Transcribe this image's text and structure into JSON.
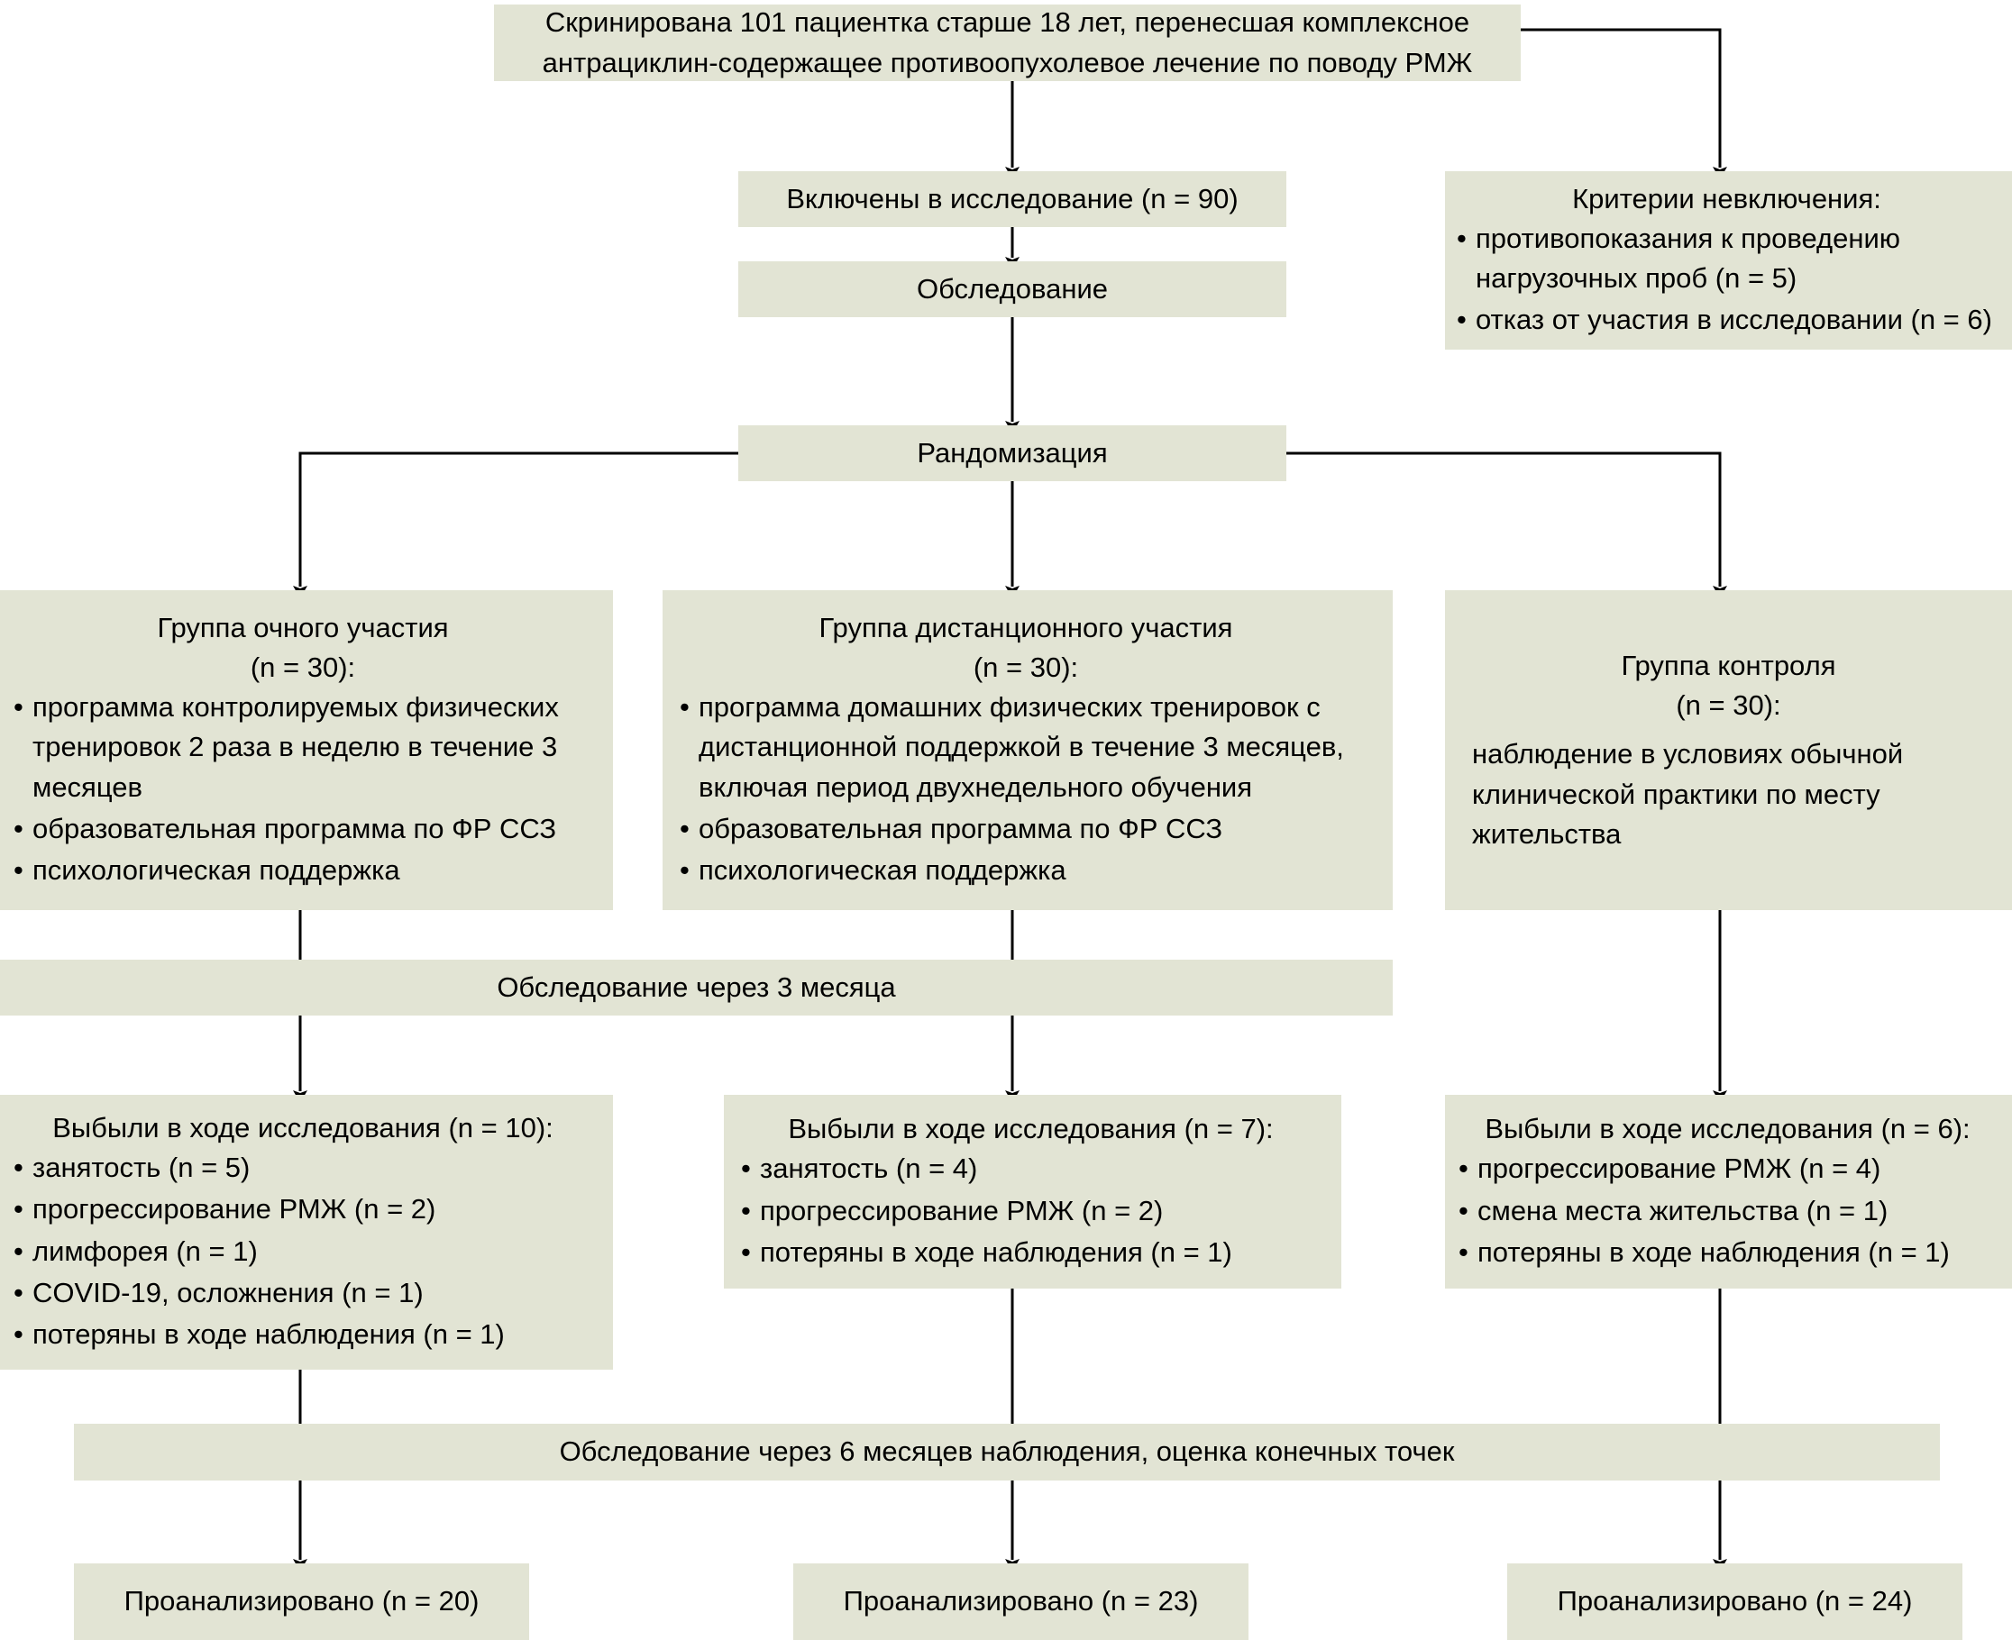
{
  "theme": {
    "box_fill": "#e2e4d4",
    "line_color": "#000000",
    "text_color": "#000000",
    "page_background": "#ffffff"
  },
  "nodes": {
    "screening": {
      "line1": "Скринирована 101 пациентка старше 18 лет, перенесшая комплексное",
      "line2": "антрациклин-содержащее противоопухолевое лечение по поводу РМЖ"
    },
    "included": {
      "title": "Включены в исследование (n = 90)"
    },
    "exclusion": {
      "title": "Критерии невключения:",
      "items": [
        "противопоказания к проведению нагрузочных проб (n = 5)",
        "отказ от участия в исследовании (n = 6)"
      ]
    },
    "examination": {
      "title": "Обследование"
    },
    "randomization": {
      "title": "Рандомизация"
    },
    "group_onsite": {
      "title": "Группа очного участия",
      "subtitle": "(n = 30):",
      "items": [
        "программа контролируемых физических тренировок 2 раза в неделю в течение 3 месяцев",
        "образовательная программа по ФР ССЗ",
        "психологическая поддержка"
      ]
    },
    "group_remote": {
      "title": "Группа дистанционного участия",
      "subtitle": "(n = 30):",
      "items": [
        "программа домашних физических тренировок с дистанционной поддержкой в течение 3 месяцев, включая период двухнедельного обучения",
        "образовательная программа по ФР ССЗ",
        "психологическая поддержка"
      ]
    },
    "group_control": {
      "title": "Группа контроля",
      "subtitle": "(n = 30):",
      "body": "наблюдение в условиях обычной клинической практики по месту жительства"
    },
    "exam_3m": {
      "title": "Обследование через 3 месяца"
    },
    "dropout_onsite": {
      "title": "Выбыли в ходе исследования (n = 10):",
      "items": [
        "занятость (n = 5)",
        "прогрессирование РМЖ (n = 2)",
        "лимфорея (n = 1)",
        "COVID-19, осложнения (n = 1)",
        "потеряны в ходе наблюдения (n = 1)"
      ]
    },
    "dropout_remote": {
      "title": "Выбыли в ходе исследования (n = 7):",
      "items": [
        "занятость (n = 4)",
        "прогрессирование РМЖ (n = 2)",
        "потеряны в ходе наблюдения (n = 1)"
      ]
    },
    "dropout_control": {
      "title": "Выбыли в ходе исследования (n = 6):",
      "items": [
        "прогрессирование РМЖ (n = 4)",
        "смена места жительства (n = 1)",
        "потеряны в ходе наблюдения (n = 1)"
      ]
    },
    "exam_6m": {
      "title": "Обследование через 6 месяцев наблюдения, оценка конечных точек"
    },
    "analyzed_onsite": {
      "title": "Проанализировано (n = 20)"
    },
    "analyzed_remote": {
      "title": "Проанализировано (n = 23)"
    },
    "analyzed_control": {
      "title": "Проанализировано (n = 24)"
    }
  }
}
